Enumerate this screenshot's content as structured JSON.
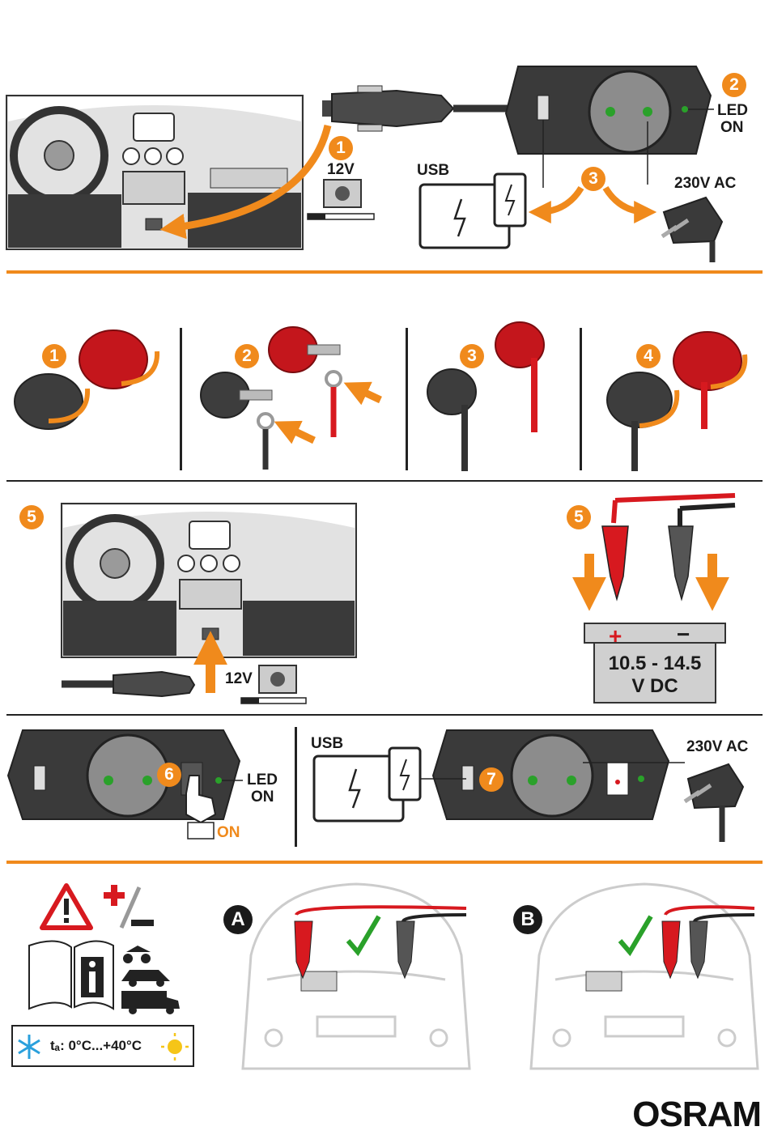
{
  "section1": {
    "step1": "1",
    "step2": "2",
    "step3": "3",
    "v12": "12V",
    "usb": "USB",
    "led_line1": "LED",
    "led_line2": "ON",
    "ac": "230V AC"
  },
  "section2": {
    "steps": [
      "1",
      "2",
      "3",
      "4"
    ]
  },
  "section3": {
    "step5a": "5",
    "step5b": "5",
    "v12": "12V",
    "plus": "+",
    "minus": "−",
    "voltage_line1": "10.5 - 14.5",
    "voltage_line2": "V DC"
  },
  "section4": {
    "step6": "6",
    "step7": "7",
    "led_line1": "LED",
    "led_line2": "ON",
    "on_label": "ON",
    "usb": "USB",
    "ac": "230V AC"
  },
  "section5": {
    "temp_label": "tₐ: 0°C...+40°C",
    "letter_a": "A",
    "letter_b": "B",
    "brand": "OSRAM"
  },
  "colors": {
    "orange": "#f08a1c",
    "red": "#d7191f",
    "dark": "#2b2b2b",
    "green": "#2aa12a"
  }
}
